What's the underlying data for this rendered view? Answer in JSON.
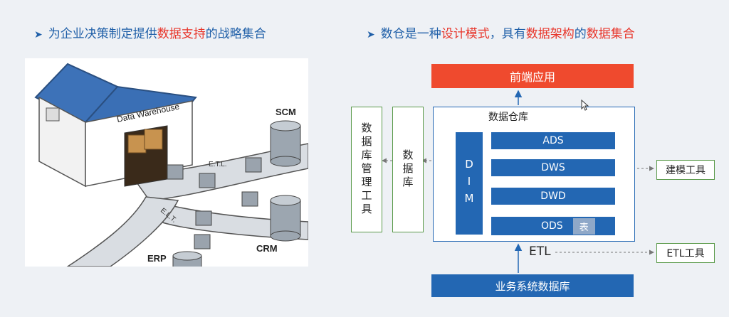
{
  "left": {
    "heading_prefix": "为企业决策制定提供",
    "heading_highlight": "数据支持",
    "heading_suffix": "的战略集合",
    "illustration": {
      "warehouse_label": "Data Warehouse",
      "etl_label": "E.T.L.",
      "elt_label": "E.L.T.",
      "scm": "SCM",
      "crm": "CRM",
      "erp": "ERP"
    }
  },
  "right": {
    "heading_prefix": "数仓是一种",
    "heading_hl1": "设计模式",
    "heading_mid": "，具有",
    "heading_hl2": "数据架构",
    "heading_mid2": "的",
    "heading_hl3": "数据集合",
    "frontend": "前端应用",
    "dw_title": "数据仓库",
    "dim": "DIM",
    "layers": [
      "ADS",
      "DWS",
      "DWD",
      "ODS"
    ],
    "table_tag": "表",
    "db_mgmt_tool": "数据库管理工具",
    "database": "数据库",
    "modeling_tool": "建模工具",
    "etl": "ETL",
    "etl_tool": "ETL工具",
    "business_db": "业务系统数据库"
  },
  "colors": {
    "accent_blue": "#2367b3",
    "frontend_red": "#ef4a2e",
    "highlight_red": "#e8352a",
    "outline_green": "#5a9a4a"
  }
}
